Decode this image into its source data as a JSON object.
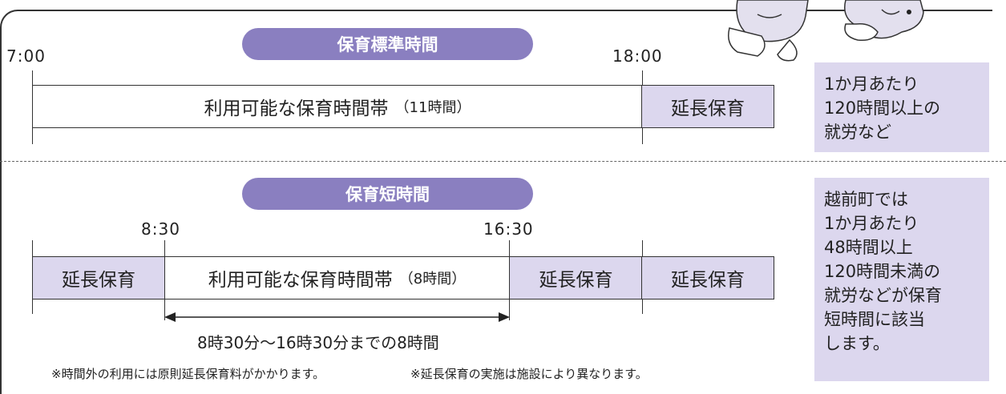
{
  "standard": {
    "title": "保育標準時間",
    "time_start": "7:00",
    "time_end": "18:00",
    "main_label": "利用可能な保育時間帯",
    "main_hours": "（11時間）",
    "ext_label": "延長保育",
    "note": [
      "1か月あたり",
      "120時間以上の",
      "就労など"
    ]
  },
  "short": {
    "title": "保育短時間",
    "time_start": "8:30",
    "time_end": "16:30",
    "ext_left": "延長保育",
    "main_label": "利用可能な保育時間帯",
    "main_hours": "（8時間）",
    "ext_mid": "延長保育",
    "ext_right": "延長保育",
    "span_caption": "8時30分〜16時30分までの8時間",
    "note": [
      "越前町では",
      "1か月あたり",
      "48時間以上",
      "120時間未満の",
      "就労などが保育",
      "短時間に該当",
      "します。"
    ]
  },
  "footnotes": {
    "left": "※時間外の利用には原則延長保育料がかかります。",
    "right": "※延長保育の実施は施設により異なります。"
  },
  "colors": {
    "accent": "#8a7fc0",
    "lavender": "#dcd7ee"
  }
}
